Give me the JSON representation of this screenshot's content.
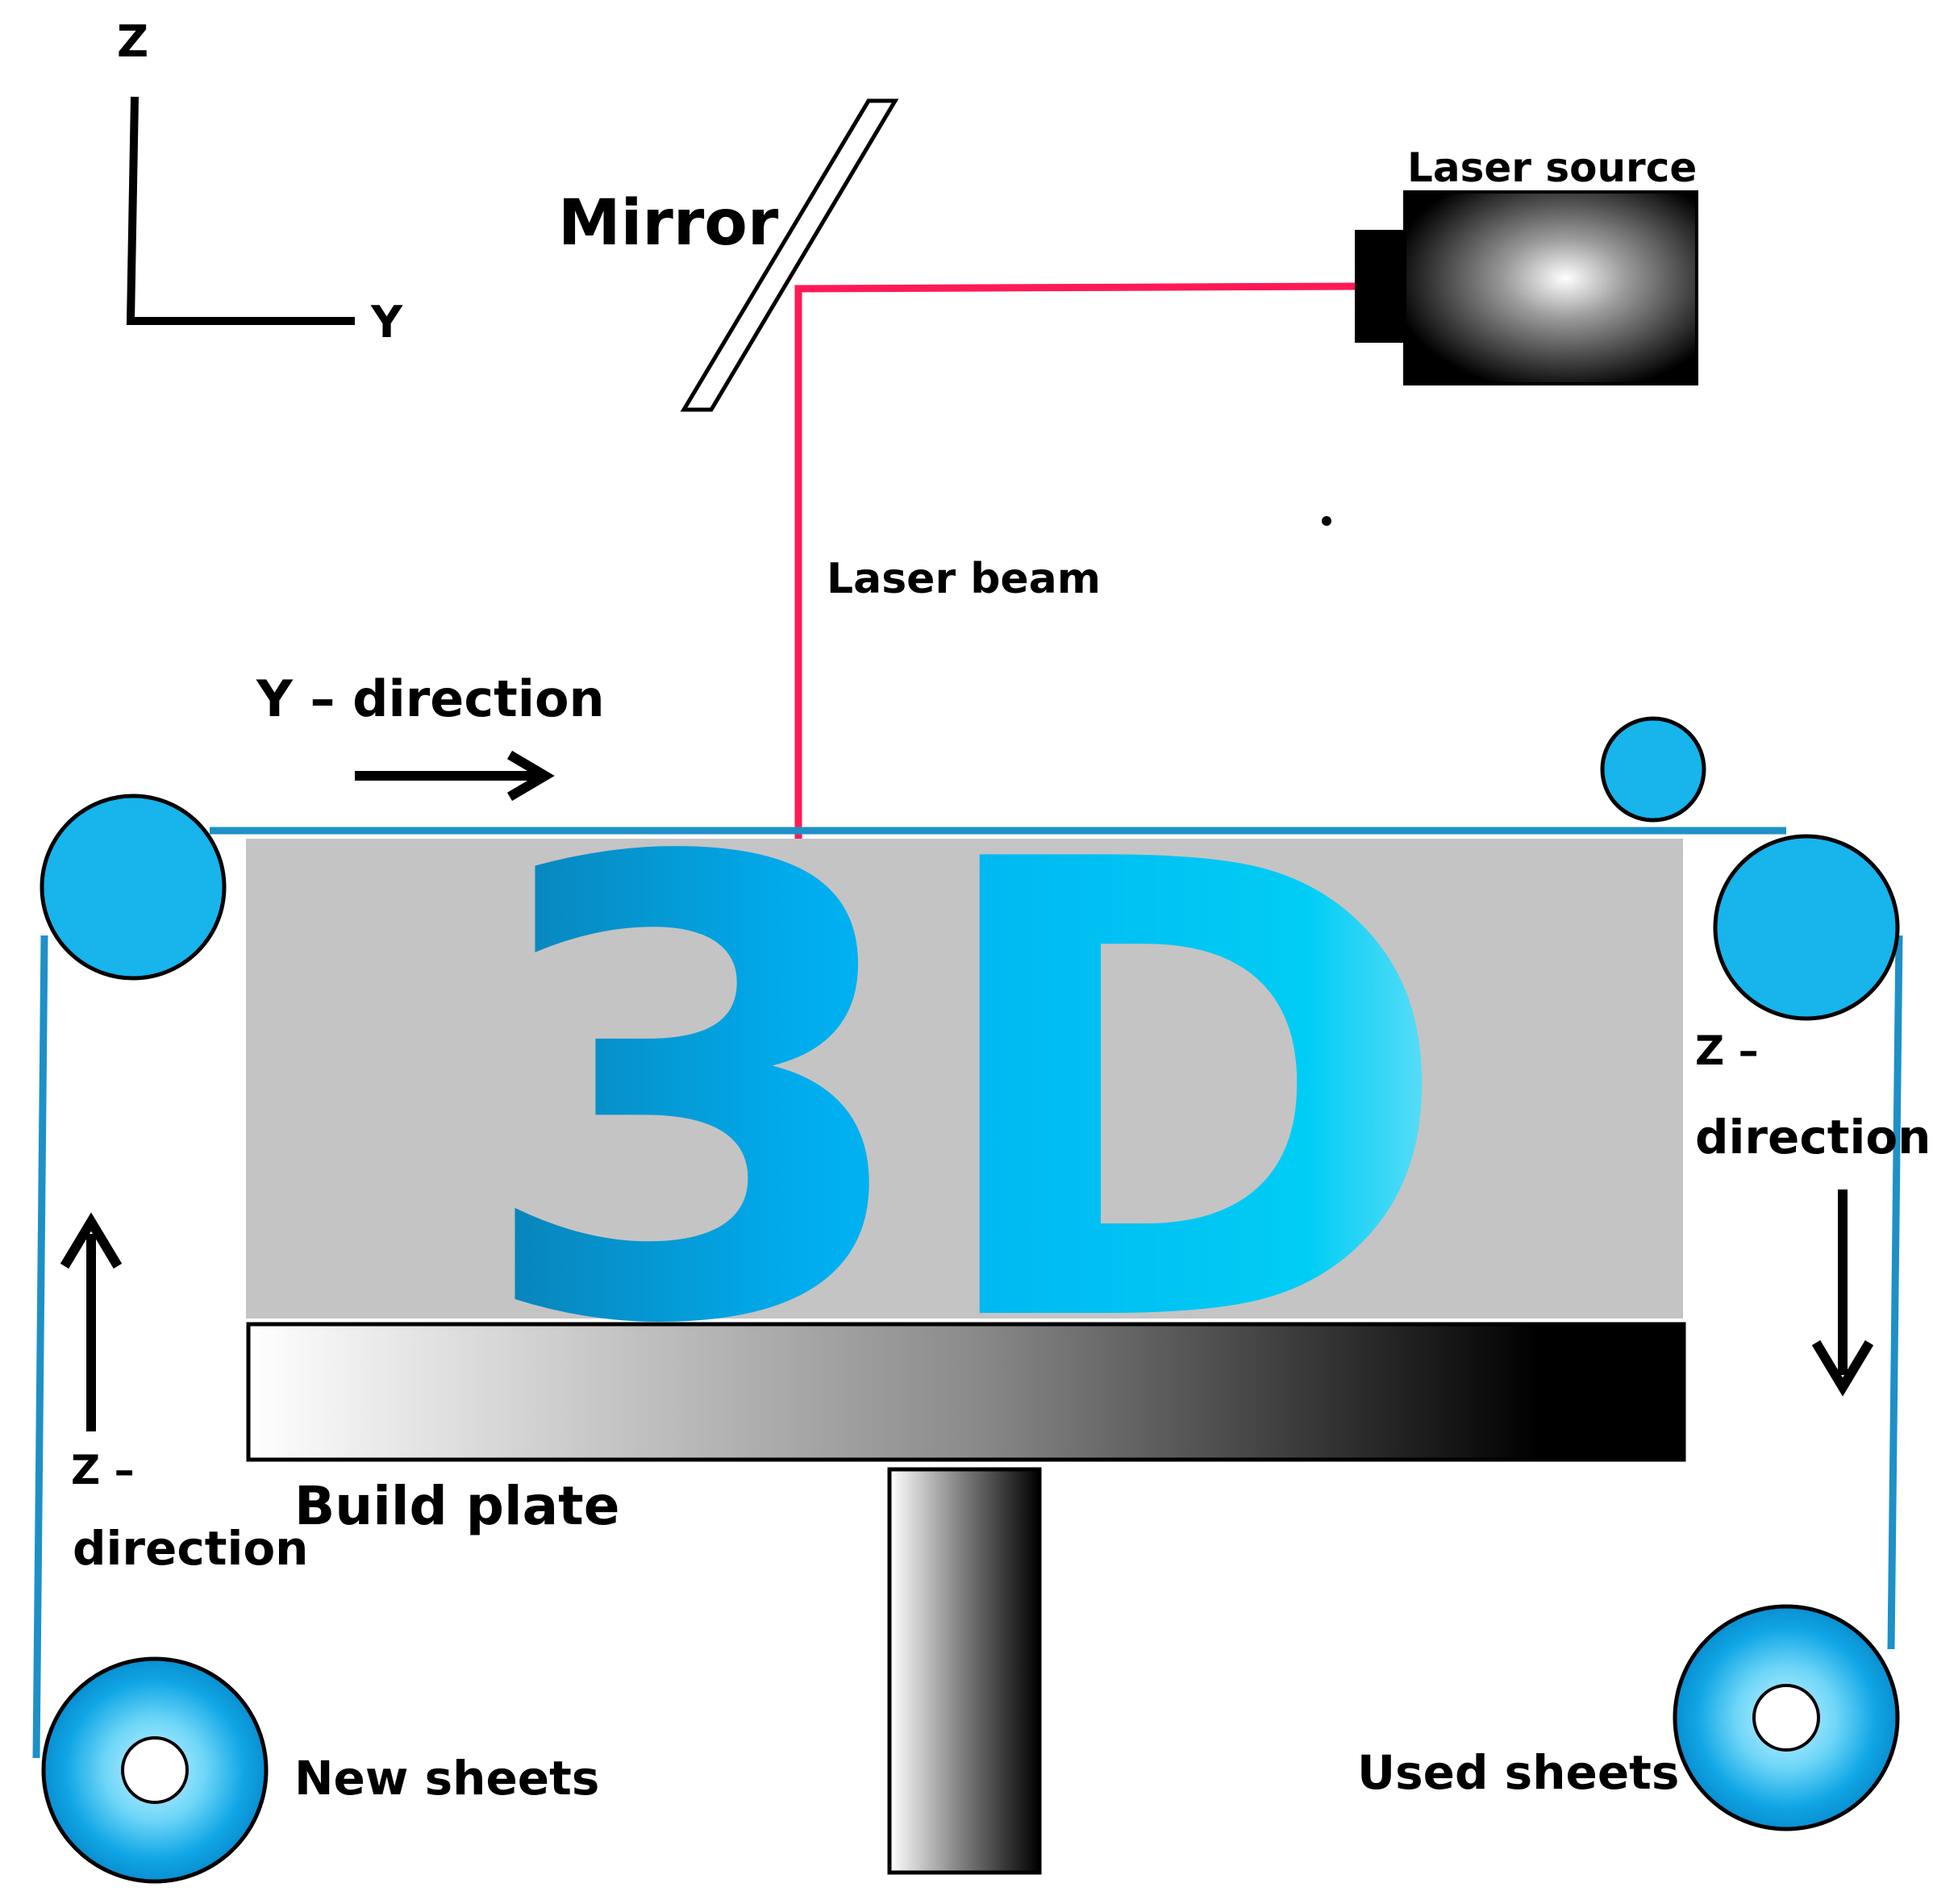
{
  "axes": {
    "vertical": "Z",
    "horizontal": "Y"
  },
  "labels": {
    "mirror": "Mirror",
    "laser_source": "Laser source",
    "laser_beam": "Laser beam",
    "y_direction": "Y – direction",
    "z_direction_left_line1": "Z –",
    "z_direction_left_line2": "direction",
    "z_direction_right_line1": "Z –",
    "z_direction_right_line2": "direction",
    "build_plate": "Build plate",
    "new_sheets": "New sheets",
    "used_sheets": "Used sheets",
    "part_text": "3D"
  },
  "colors": {
    "laser": "#ff1a55",
    "sheet": "#1e90c8",
    "roller": "#18b4ec",
    "part_dark": "#0a7fb4",
    "part_light": "#4fd8f8",
    "block": "#c4c4c4"
  }
}
